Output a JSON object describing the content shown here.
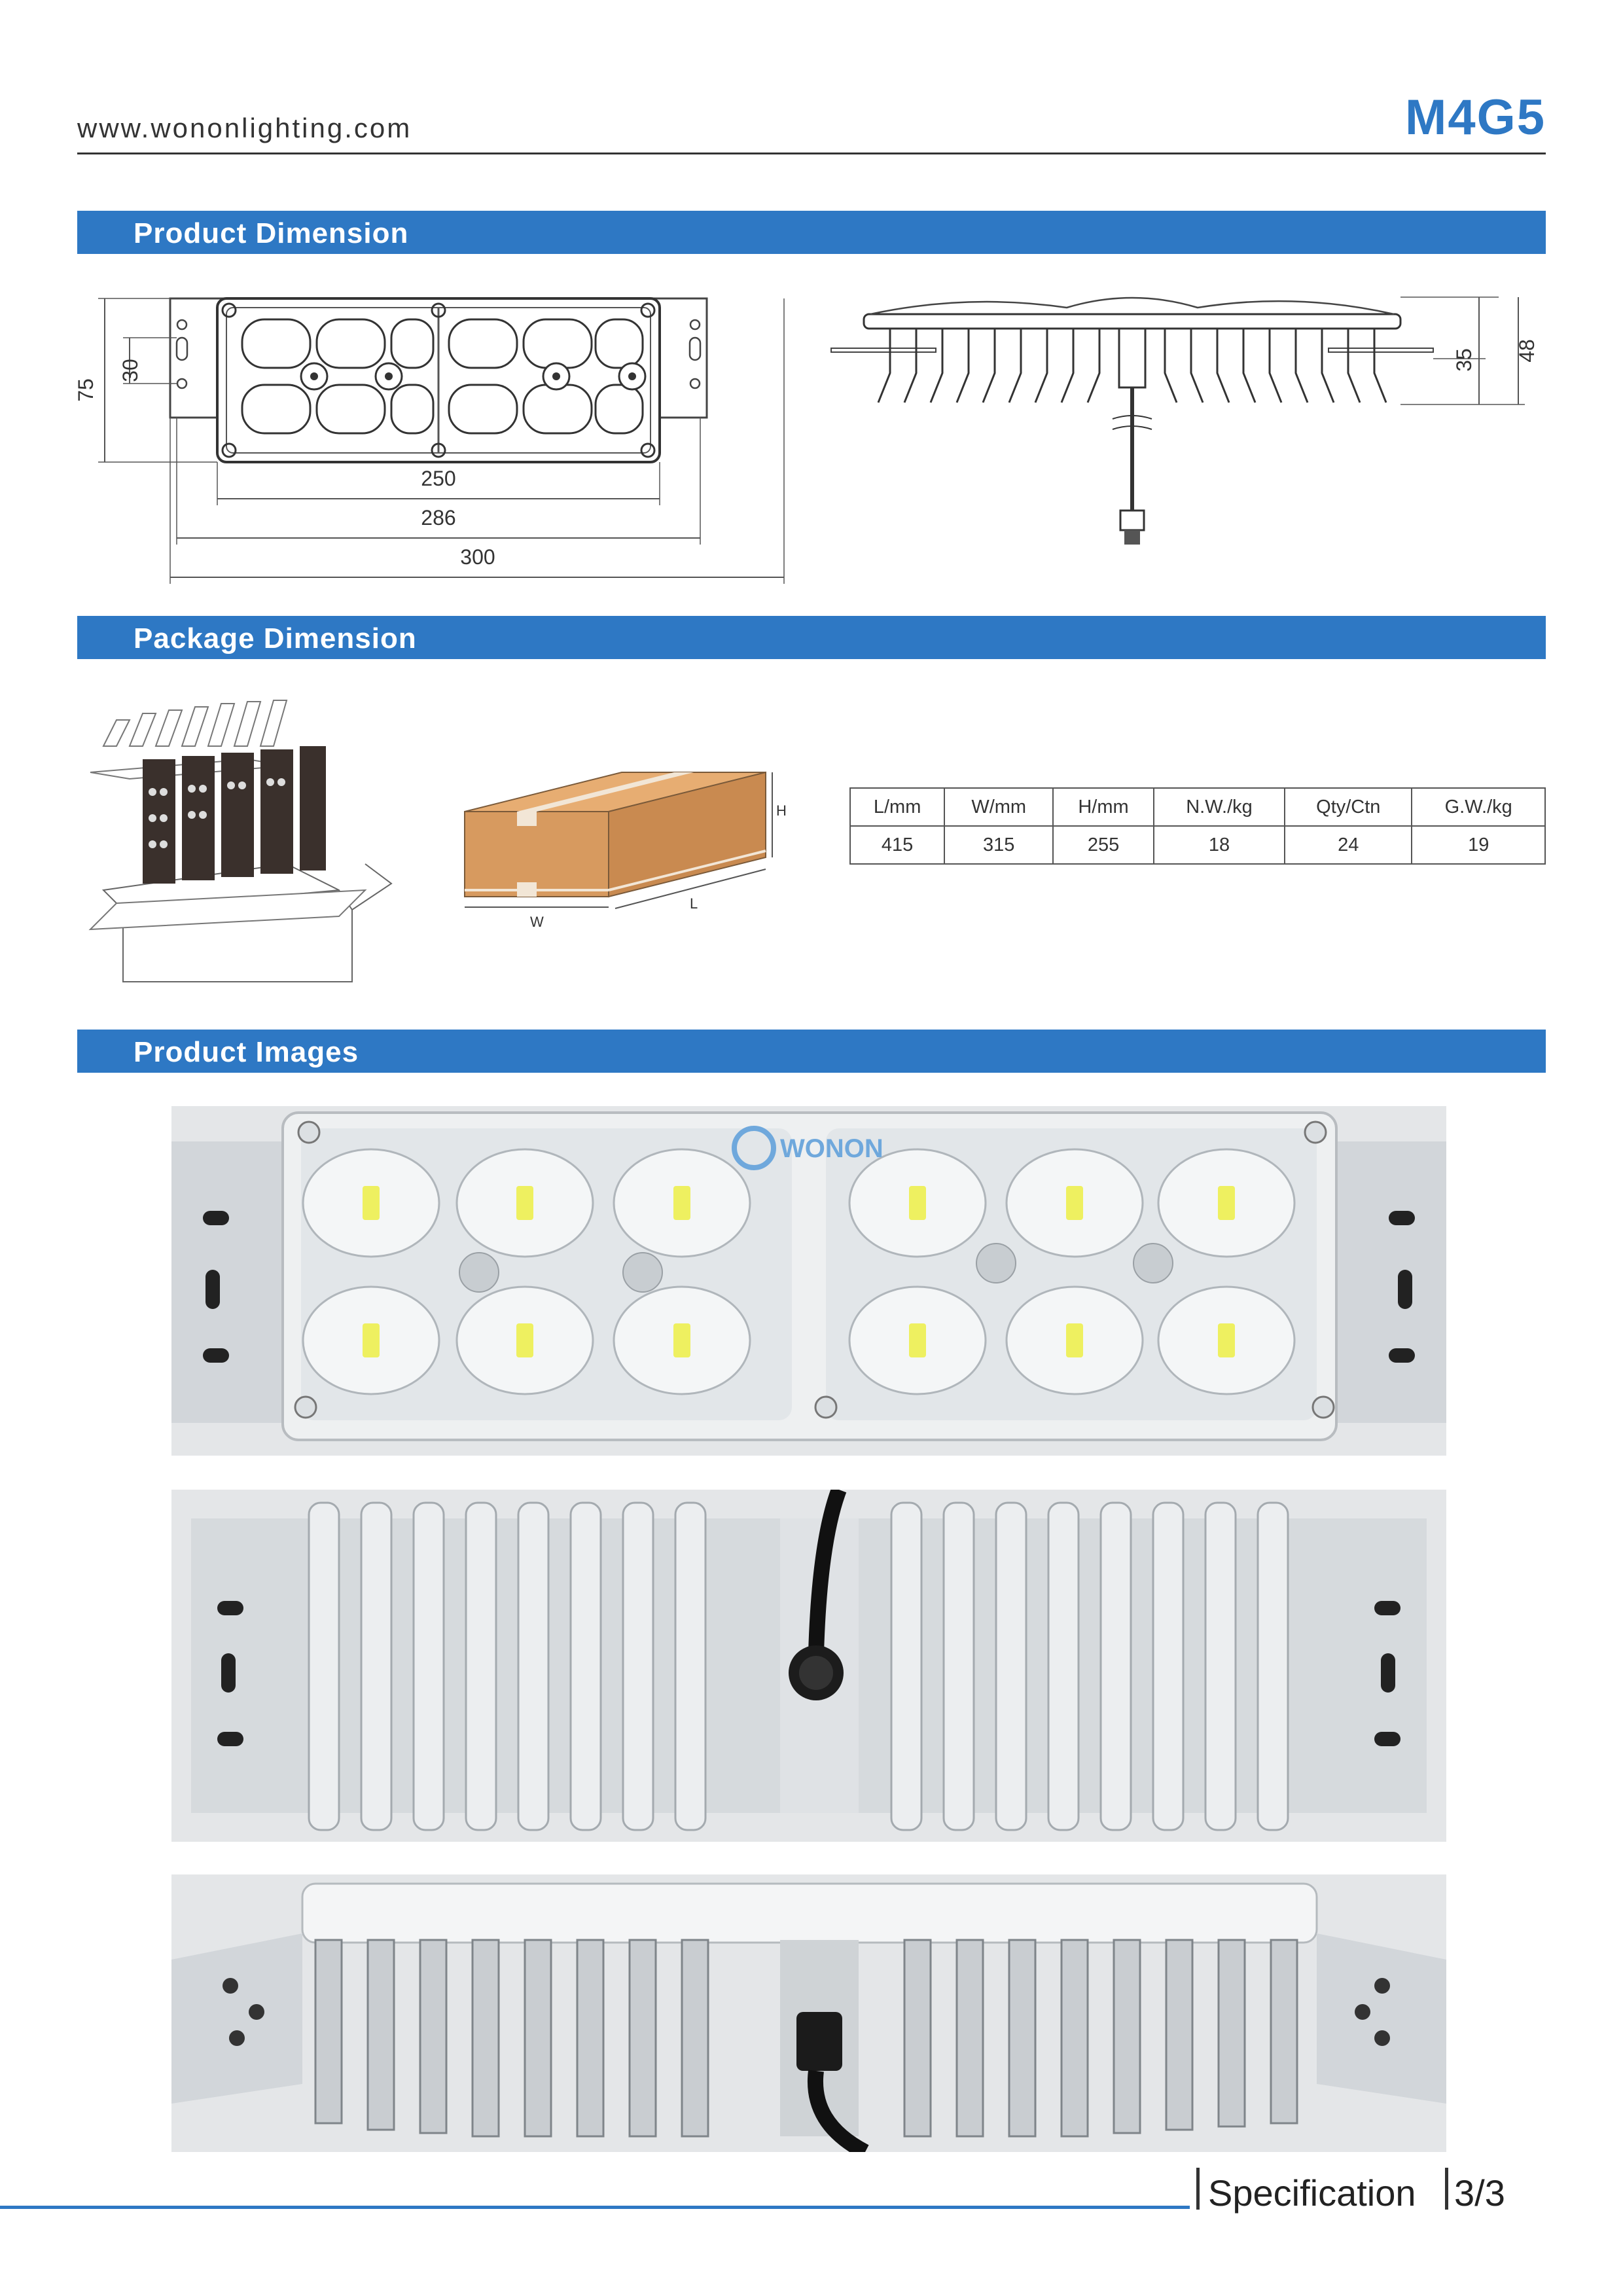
{
  "header": {
    "website": "www.wononlighting.com",
    "model": "M4G5"
  },
  "sections": {
    "product_dimension": "Product Dimension",
    "package_dimension": "Package Dimension",
    "product_images": "Product Images"
  },
  "dimensions": {
    "height_outer": "75",
    "height_inner": "30",
    "width_250": "250",
    "width_286": "286",
    "width_300": "300",
    "side_35": "35",
    "side_48": "48"
  },
  "box_labels": {
    "h": "H",
    "l": "L",
    "w": "W"
  },
  "package_table": {
    "headers": [
      "L/mm",
      "W/mm",
      "H/mm",
      "N.W./kg",
      "Qty/Ctn",
      "G.W./kg"
    ],
    "values": [
      "415",
      "315",
      "255",
      "18",
      "24",
      "19"
    ]
  },
  "logo_text": "WONON",
  "footer": {
    "label": "Specification",
    "page": "3/3"
  },
  "colors": {
    "accent": "#2e78c4",
    "box": "#d79a5f"
  }
}
